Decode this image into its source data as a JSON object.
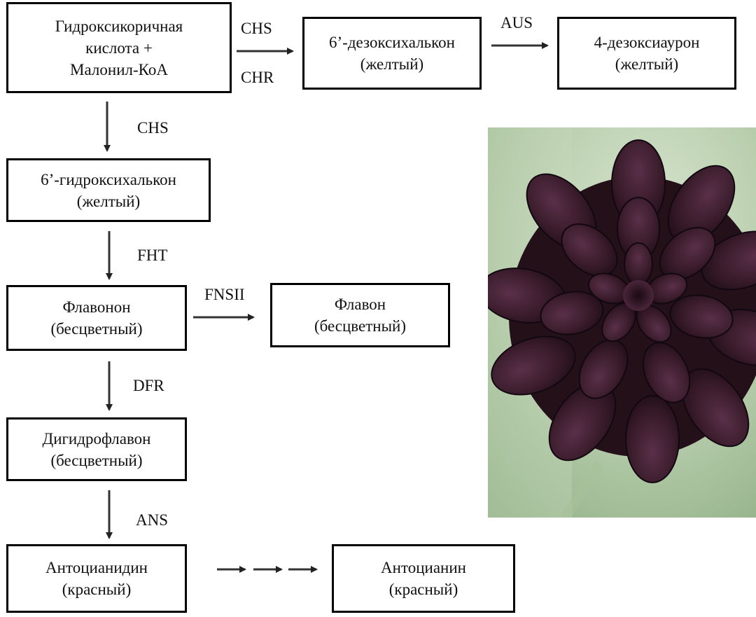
{
  "nodes": {
    "start": {
      "lines": [
        "Гидроксикоричная",
        "кислота +",
        "Малонил-КоА"
      ]
    },
    "deoxychalcone": {
      "lines": [
        "6’-дезоксихалькон",
        "(желтый)"
      ]
    },
    "deoxyaurone": {
      "lines": [
        "4-дезоксиаурон",
        "(желтый)"
      ]
    },
    "hydroxychalcone": {
      "lines": [
        "6’-гидроксихалькон",
        "(желтый)"
      ]
    },
    "flavanone": {
      "lines": [
        "Флавонон",
        "(бесцветный)"
      ]
    },
    "flavone": {
      "lines": [
        "Флавон",
        "(бесцветный)"
      ]
    },
    "dihydroflavone": {
      "lines": [
        "Дигидрофлавон",
        "(бесцветный)"
      ]
    },
    "anthocyanidin": {
      "lines": [
        "Антоцианидин",
        "(красный)"
      ]
    },
    "anthocyanin": {
      "lines": [
        "Антоцианин",
        "(красный)"
      ]
    }
  },
  "enzymes": {
    "chs_top": "CHS",
    "chr": "CHR",
    "aus": "AUS",
    "chs_down": "CHS",
    "fht": "FHT",
    "fnsii": "FNSII",
    "dfr": "DFR",
    "ans": "ANS"
  },
  "photo": {
    "subject": "dark-purple-dahlia-flower"
  },
  "colors": {
    "line": "#000000",
    "petal": "#3a1c2c",
    "background_green": "#b9cfae"
  }
}
